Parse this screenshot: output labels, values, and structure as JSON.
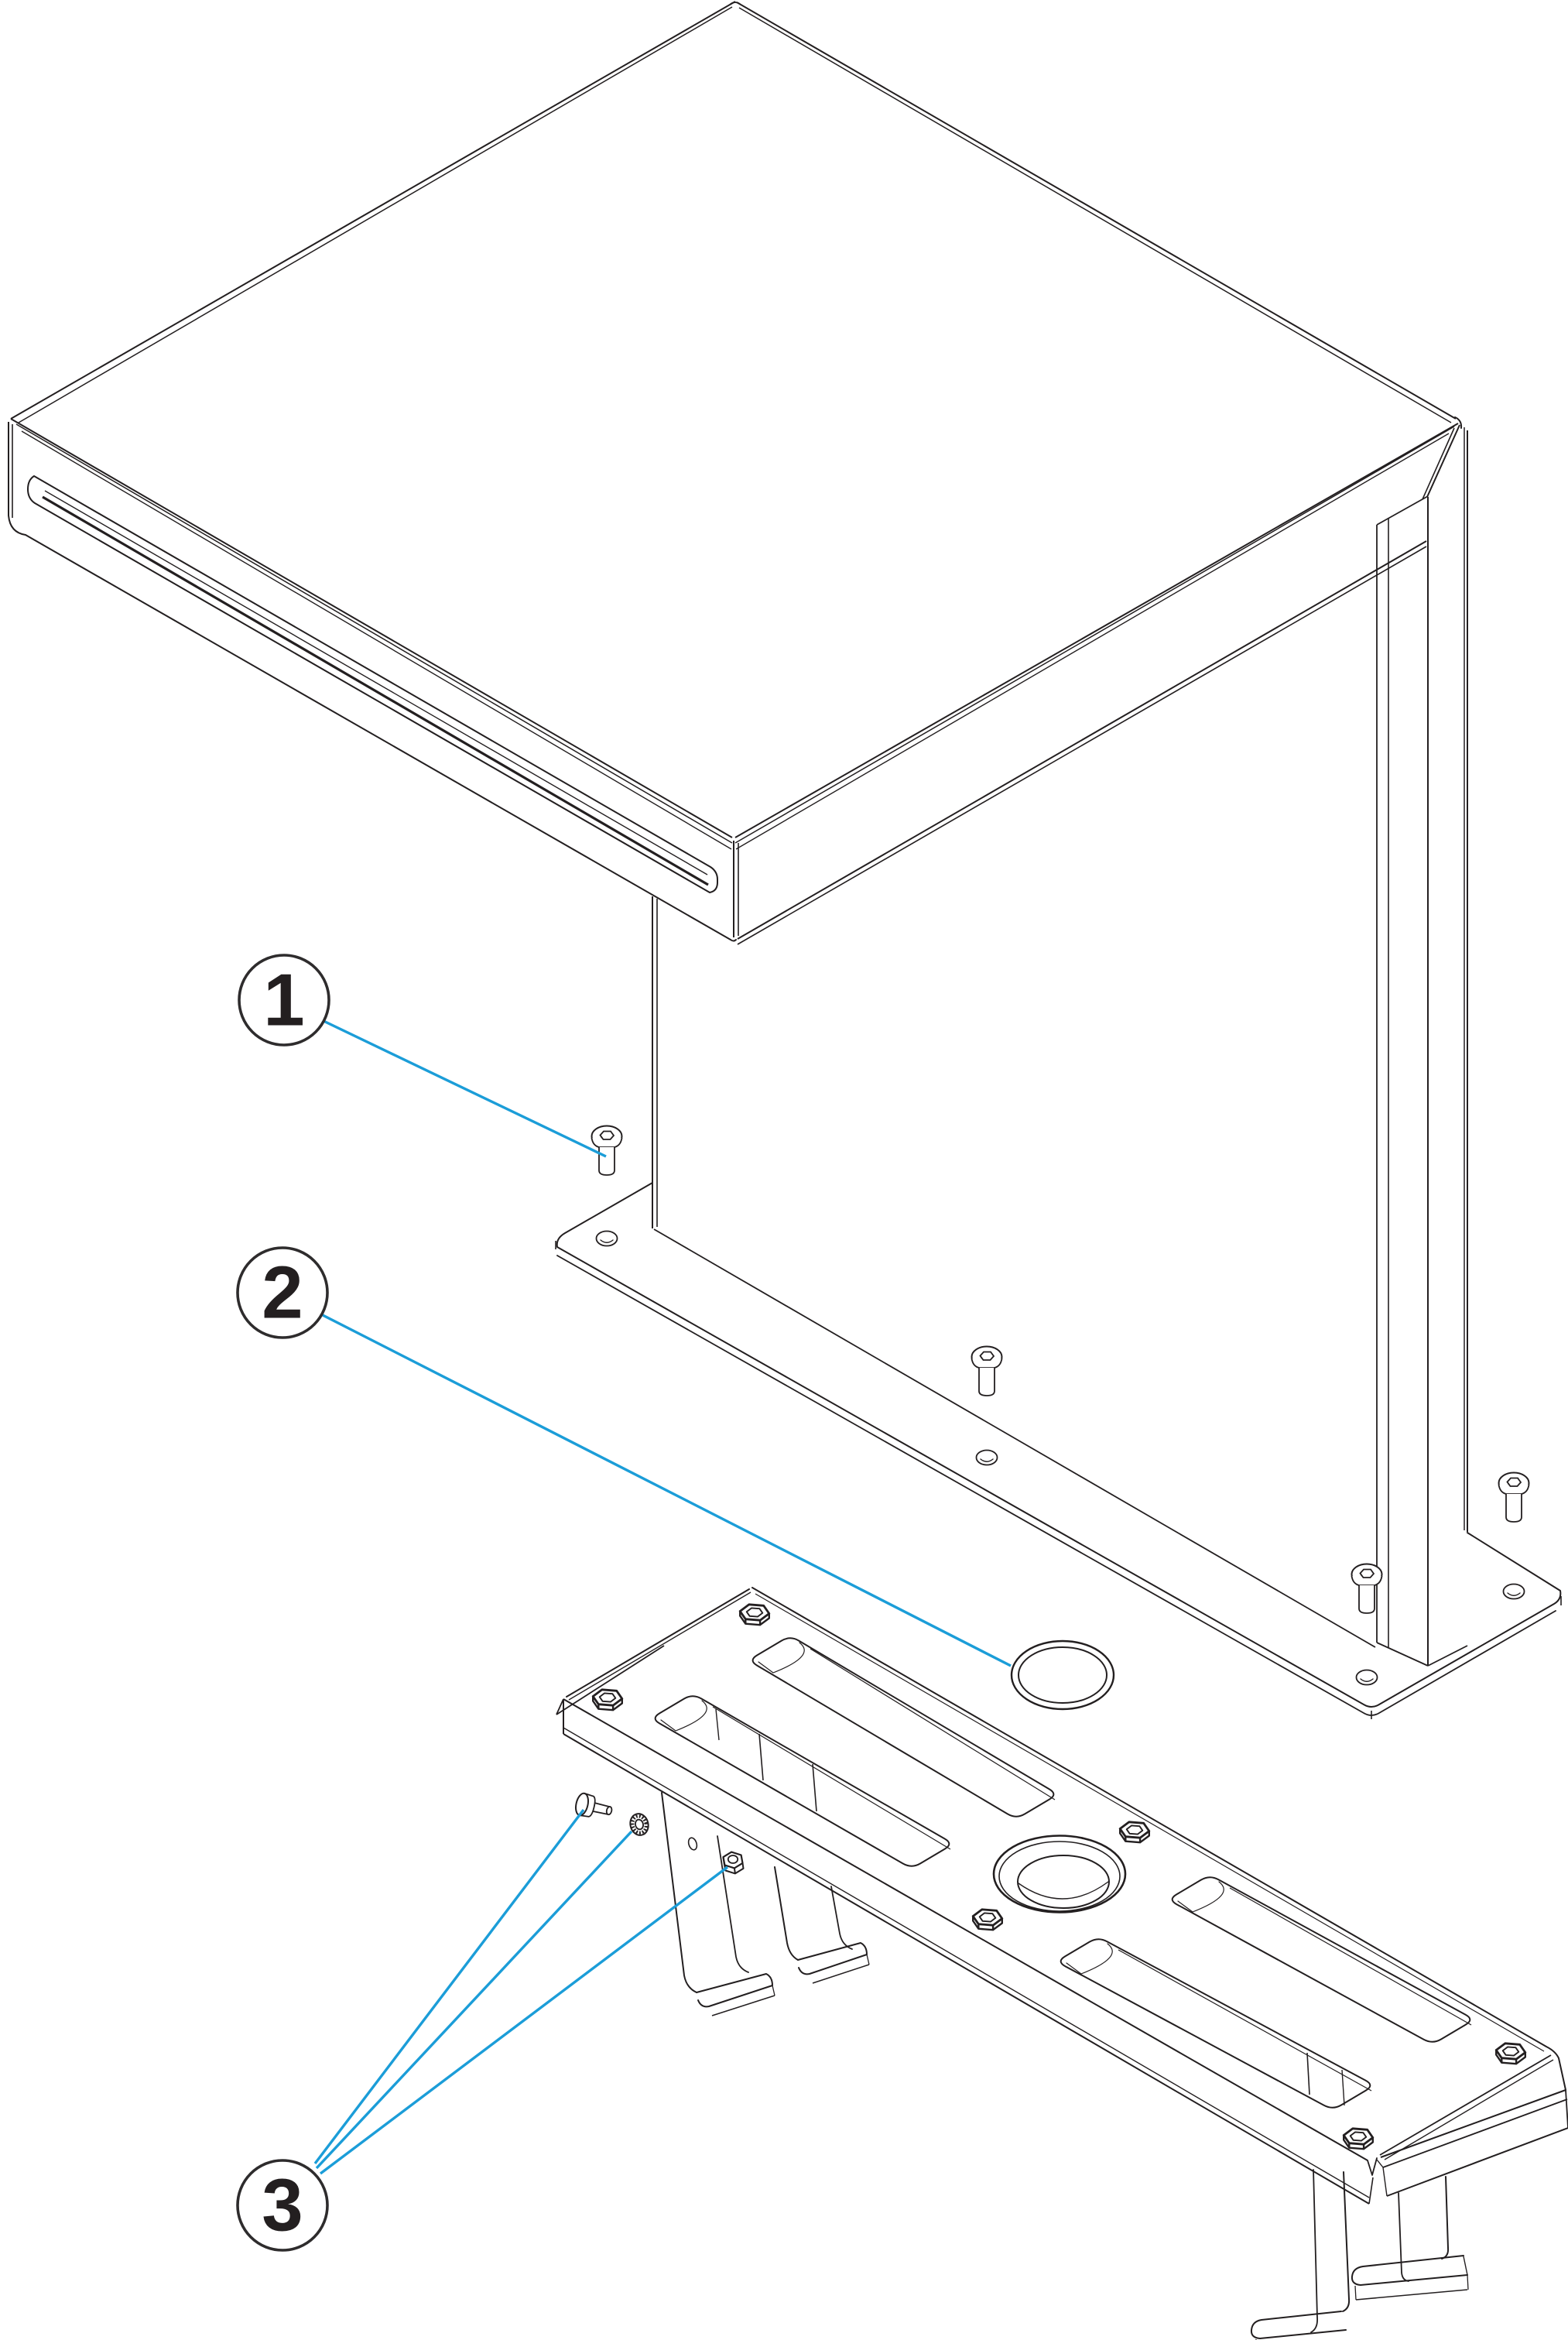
{
  "diagram": {
    "type": "exploded-isometric-assembly-drawing",
    "background": "#ffffff",
    "line_color": "#231f20",
    "leader_color": "#1b9dd8",
    "callouts": [
      {
        "number": "1",
        "part": "button-head-screw"
      },
      {
        "number": "2",
        "part": "o-ring"
      },
      {
        "number": "3",
        "part": "bolt-washer-nut-set"
      }
    ],
    "parts": [
      "pedestal-cover",
      "support-column",
      "back-panel",
      "base-plate",
      "o-ring",
      "mounting-bracket",
      "fasteners"
    ]
  }
}
